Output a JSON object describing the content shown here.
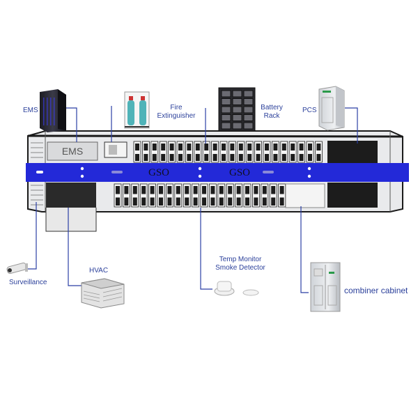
{
  "labels": {
    "ems": "EMS",
    "fire": [
      "Fire",
      "Extinguisher"
    ],
    "battery": [
      "Battery",
      "Rack"
    ],
    "pcs": "PCS",
    "surveillance": "Surveillance",
    "hvac": "HVAC",
    "temp": [
      "Temp Monitor",
      "Smoke Detector"
    ],
    "combiner": "combiner cabinet"
  },
  "container": {
    "ems_panel": "EMS",
    "gso_left": "GSO",
    "gso_right": "GSO"
  },
  "colors": {
    "band": "#2329d8",
    "leader": "#2b3fa5",
    "label": "#2a3f9a",
    "frame": "#1a1a1a"
  }
}
